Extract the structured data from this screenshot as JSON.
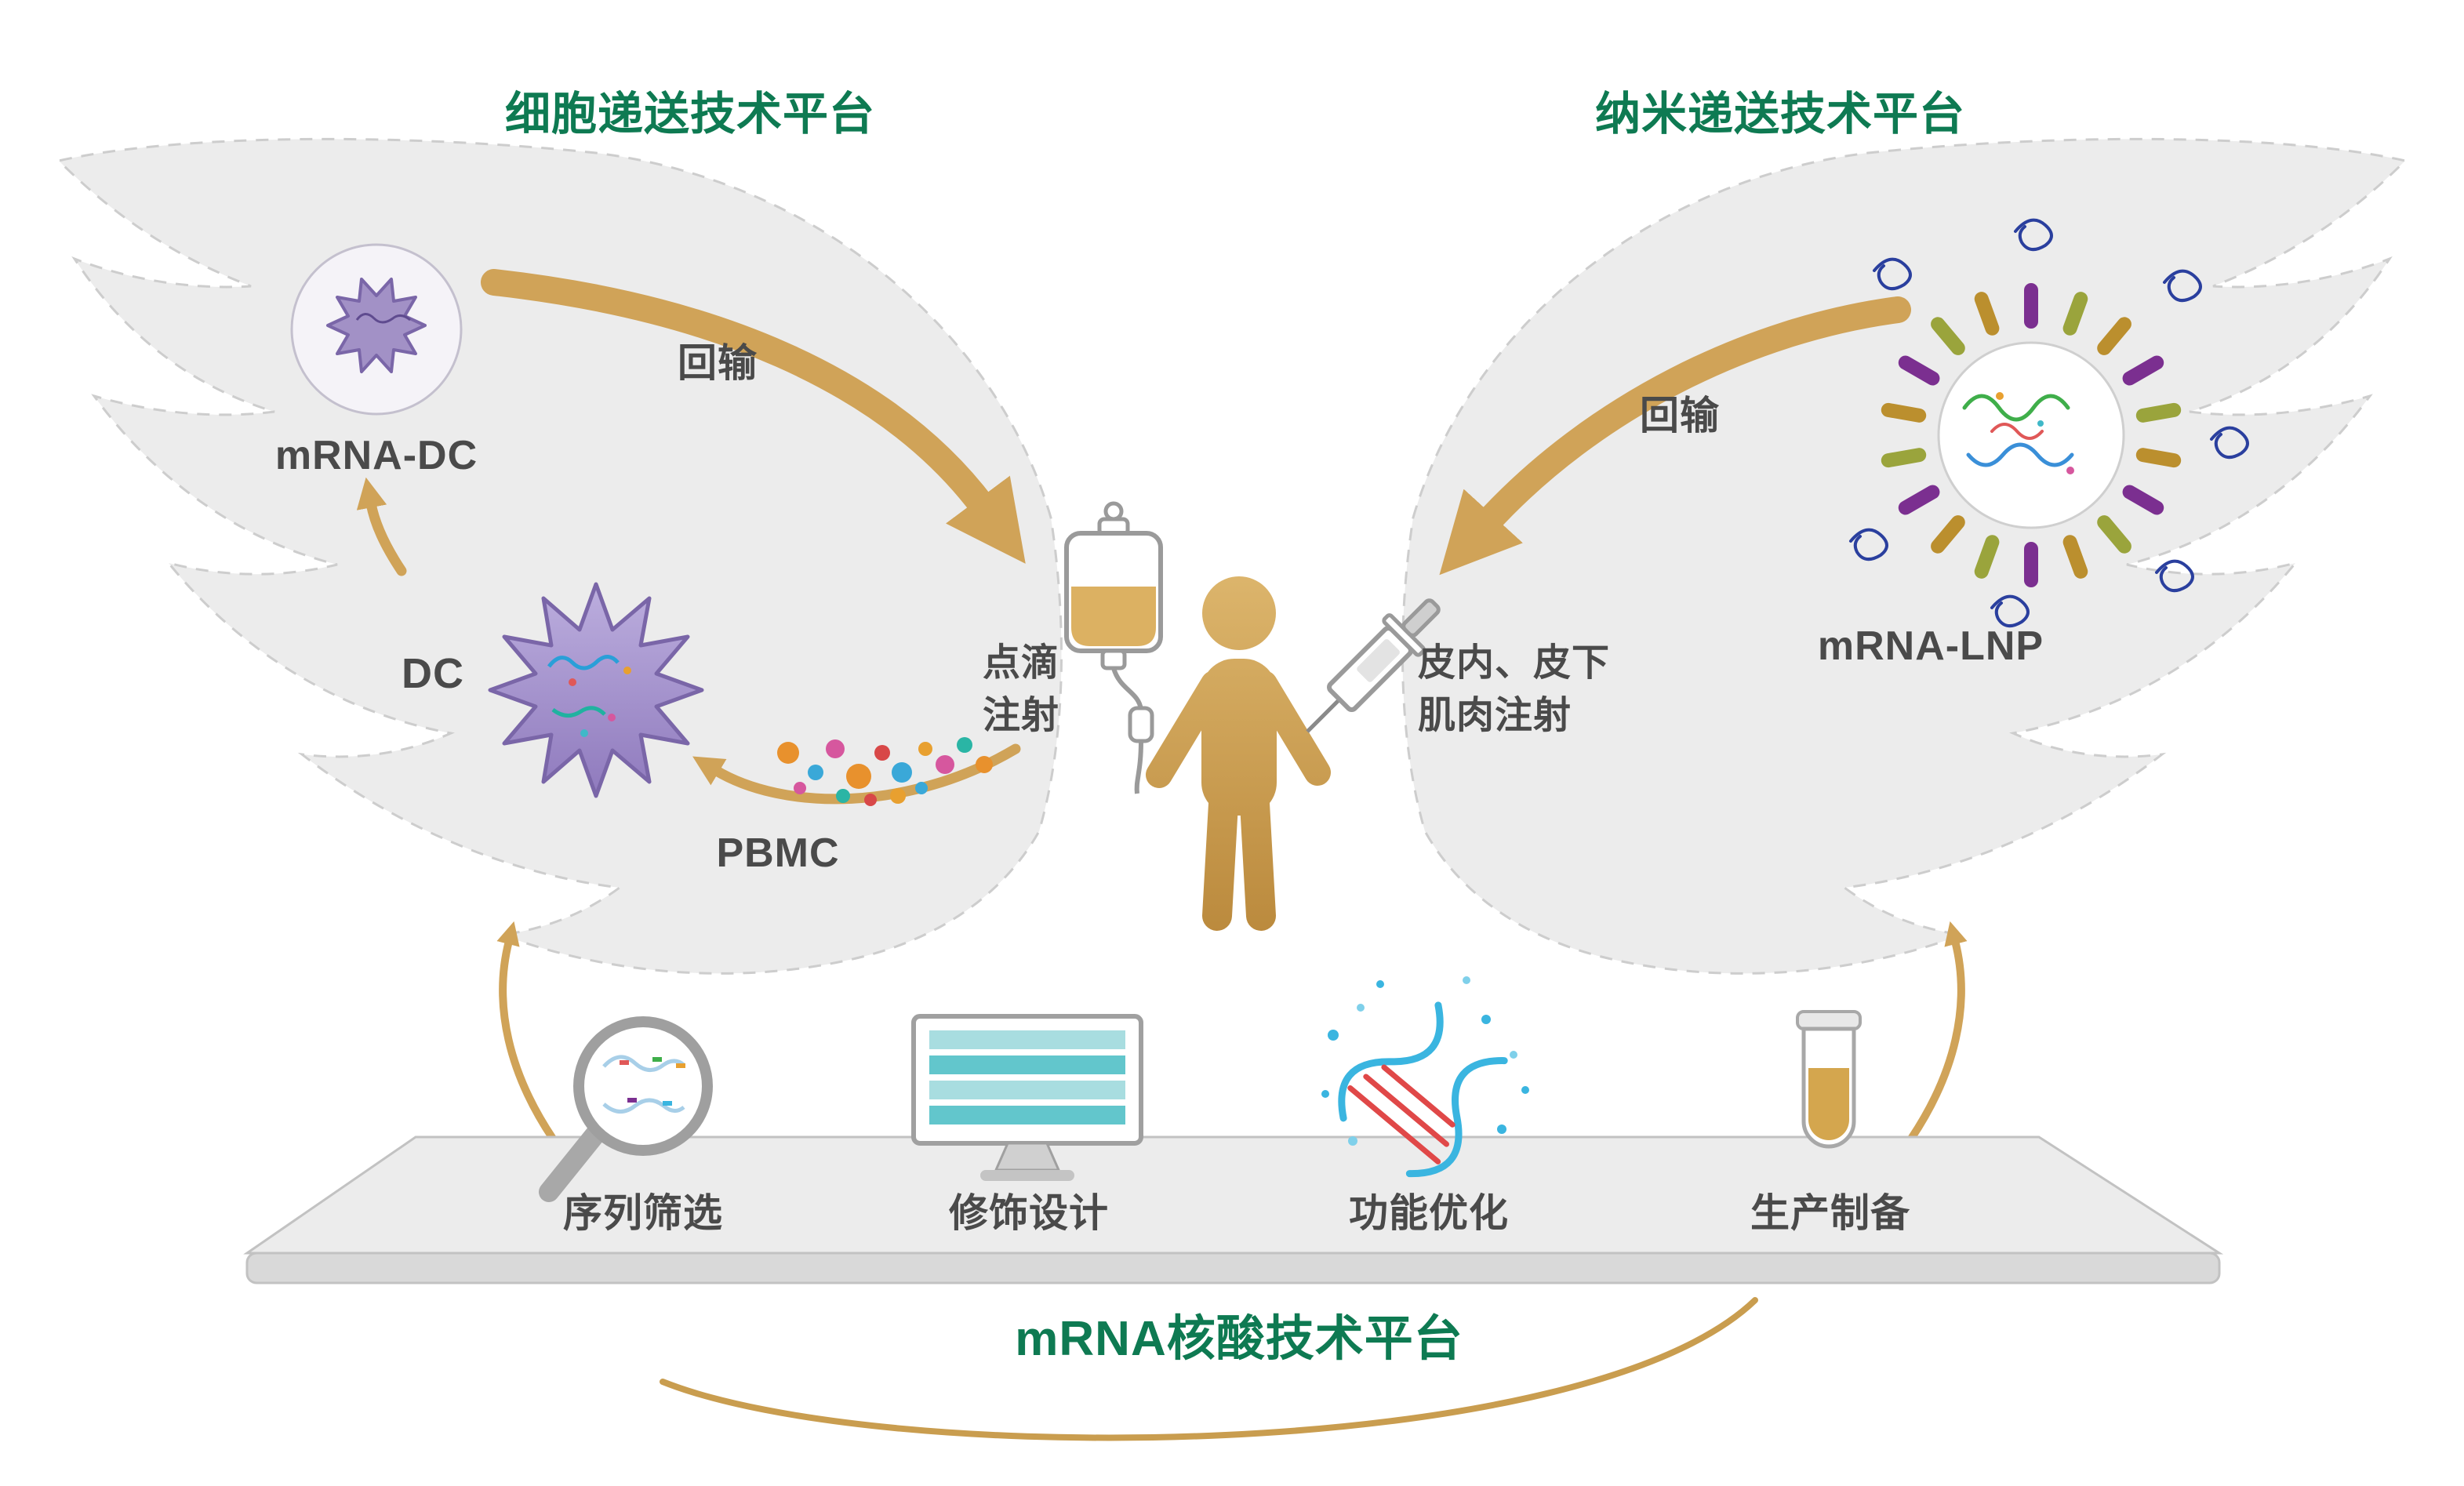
{
  "diagram": {
    "colors": {
      "title_green": "#0e7a52",
      "arrow_gold": "#d0a358",
      "text_gray": "#4a4a4a",
      "wing_gray": "#ececec"
    },
    "left_wing": {
      "title": "细胞递送技术平台",
      "reinfusion_label": "回输",
      "mrna_dc_label": "mRNA-DC",
      "dc_label": "DC",
      "pbmc_label": "PBMC",
      "drip_injection_label": "点滴\n注射",
      "icons": [
        "mrna-dc-cell-icon",
        "dendritic-cell-icon",
        "pbmc-dots-icon"
      ]
    },
    "right_wing": {
      "title": "纳米递送技术平台",
      "reinfusion_label": "回输",
      "injection_label": "皮内、皮下\n肌肉注射",
      "mrna_lnp_label": "mRNA-LNP",
      "icons": [
        "lnp-particle-icon"
      ]
    },
    "center": {
      "icons": [
        "iv-bag-icon",
        "patient-icon",
        "syringe-icon"
      ]
    },
    "base_platform": {
      "title": "mRNA核酸技术平台",
      "steps": [
        {
          "label": "序列筛选",
          "icon": "magnifier-dna-icon"
        },
        {
          "label": "修饰设计",
          "icon": "monitor-icon"
        },
        {
          "label": "功能优化",
          "icon": "dna-helix-icon"
        },
        {
          "label": "生产制备",
          "icon": "test-tube-icon"
        }
      ]
    }
  }
}
